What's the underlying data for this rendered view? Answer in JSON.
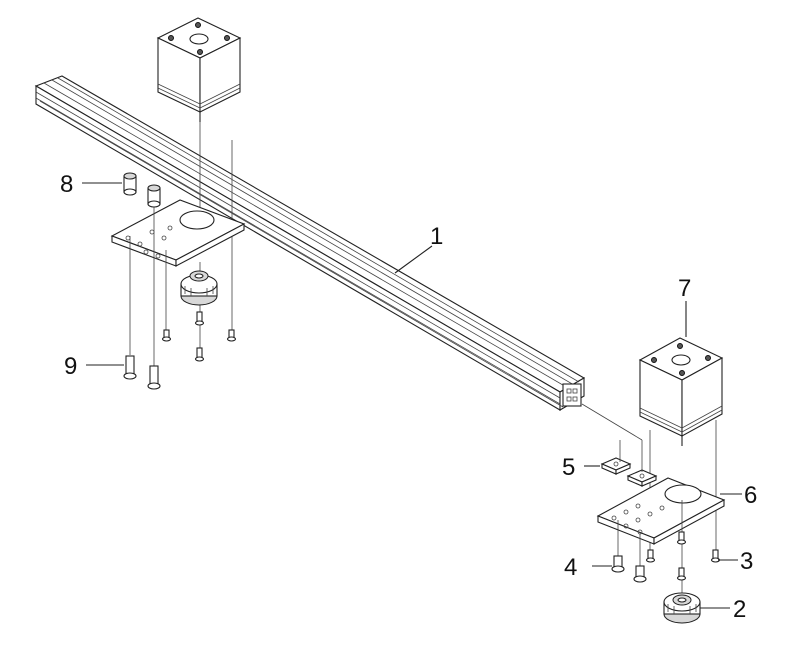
{
  "callouts": {
    "c1": "1",
    "c2": "2",
    "c3": "3",
    "c4": "4",
    "c5": "5",
    "c6": "6",
    "c7": "7",
    "c8": "8",
    "c9": "9"
  },
  "colors": {
    "line": "#222222",
    "fill": "#ffffff",
    "shade": "#d8d8d8"
  }
}
